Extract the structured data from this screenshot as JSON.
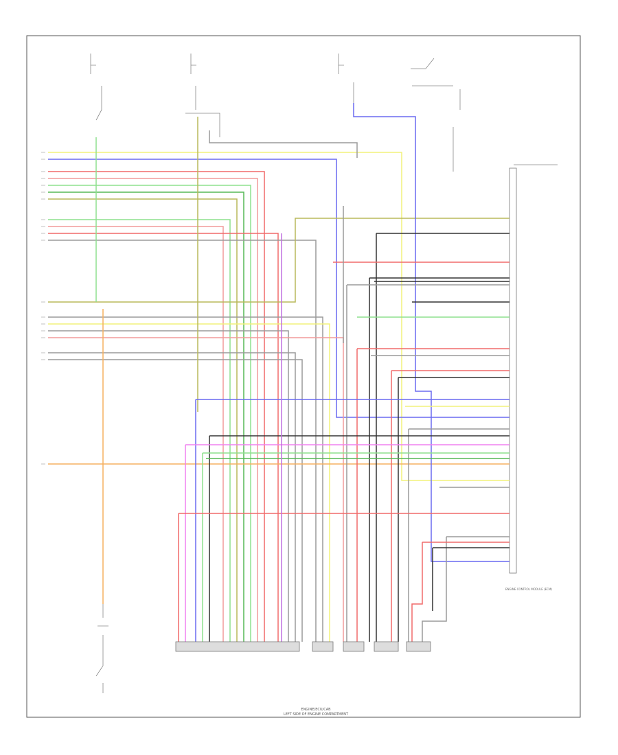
{
  "diagram": {
    "caption_main": "ENGINE/ECU/CAB",
    "caption_sub": "LEFT SIDE OF ENGINE COMPARTMENT",
    "module_label": "ENGINE CONTROL MODULE (ECM)",
    "page_tag": "",
    "colors": {
      "yellow": "#f2f27a",
      "blue": "#6a6af0",
      "red": "#f06a6a",
      "pink": "#f29a9a",
      "green": "#8ee08e",
      "darkgreen": "#55b855",
      "olive": "#b8b85a",
      "gray": "#9a9a9a",
      "black": "#333333",
      "orange": "#f5b060",
      "violet": "#c070e0",
      "magenta": "#f080f0"
    }
  }
}
